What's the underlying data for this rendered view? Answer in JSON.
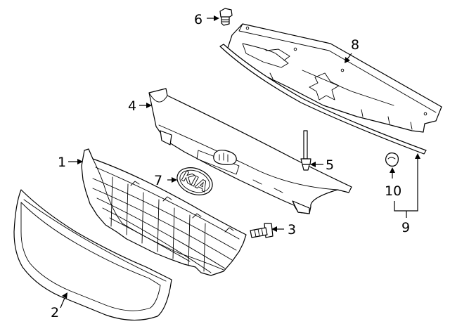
{
  "callouts": [
    {
      "id": "1",
      "label": "1"
    },
    {
      "id": "2",
      "label": "2"
    },
    {
      "id": "3",
      "label": "3"
    },
    {
      "id": "4",
      "label": "4"
    },
    {
      "id": "5",
      "label": "5"
    },
    {
      "id": "6",
      "label": "6"
    },
    {
      "id": "7",
      "label": "7"
    },
    {
      "id": "8",
      "label": "8"
    },
    {
      "id": "9",
      "label": "9"
    },
    {
      "id": "10",
      "label": "10"
    }
  ],
  "emblem": {
    "text": "KIA"
  },
  "colors": {
    "line": "#000000",
    "fill": "#ffffff"
  }
}
